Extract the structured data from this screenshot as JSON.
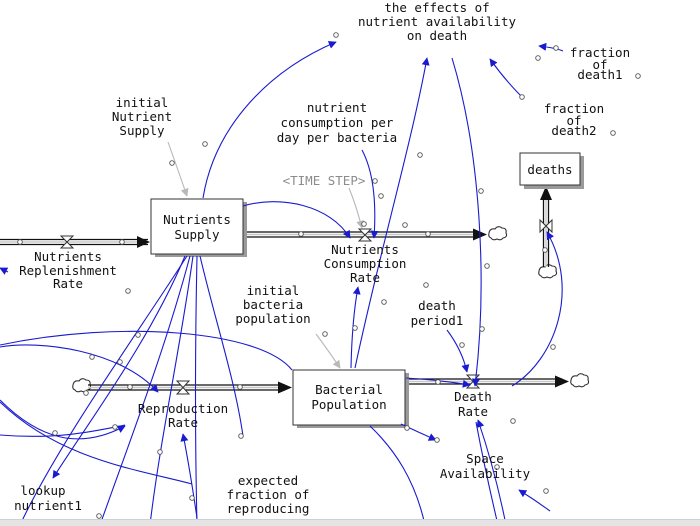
{
  "stocks": {
    "nutrients_supply": [
      "Nutrients",
      "Supply"
    ],
    "bacterial_population": [
      "Bacterial",
      "Population"
    ],
    "deaths": [
      "deaths"
    ]
  },
  "variables": {
    "effects_nutrient": [
      "the effects of",
      "nutrient availability",
      "on death"
    ],
    "fraction_death1": [
      "fraction",
      "of",
      "death1"
    ],
    "fraction_death2": [
      "fraction",
      "of",
      "death2"
    ],
    "initial_nutrient": [
      "initial",
      "Nutrient",
      "Supply"
    ],
    "nutrient_consumption": [
      "nutrient",
      "consumption per",
      "day per bacteria"
    ],
    "time_step": [
      "<TIME STEP>"
    ],
    "nutrients_replenishment": [
      "Nutrients",
      "Replenishment",
      "Rate"
    ],
    "nutrients_consumption_rate": [
      "Nutrients",
      "Consumption",
      "Rate"
    ],
    "initial_bacteria": [
      "initial",
      "bacteria",
      "population"
    ],
    "death_period": [
      "death",
      "period1"
    ],
    "reproduction_rate": [
      "Reproduction",
      "Rate"
    ],
    "death_rate": [
      "Death",
      "Rate"
    ],
    "space_availability": [
      "Space",
      "Availability"
    ],
    "lookup_nutrient": [
      "lookup",
      "nutrient1"
    ],
    "expected_fraction": [
      "expected",
      "fraction of",
      "reproducing"
    ]
  }
}
